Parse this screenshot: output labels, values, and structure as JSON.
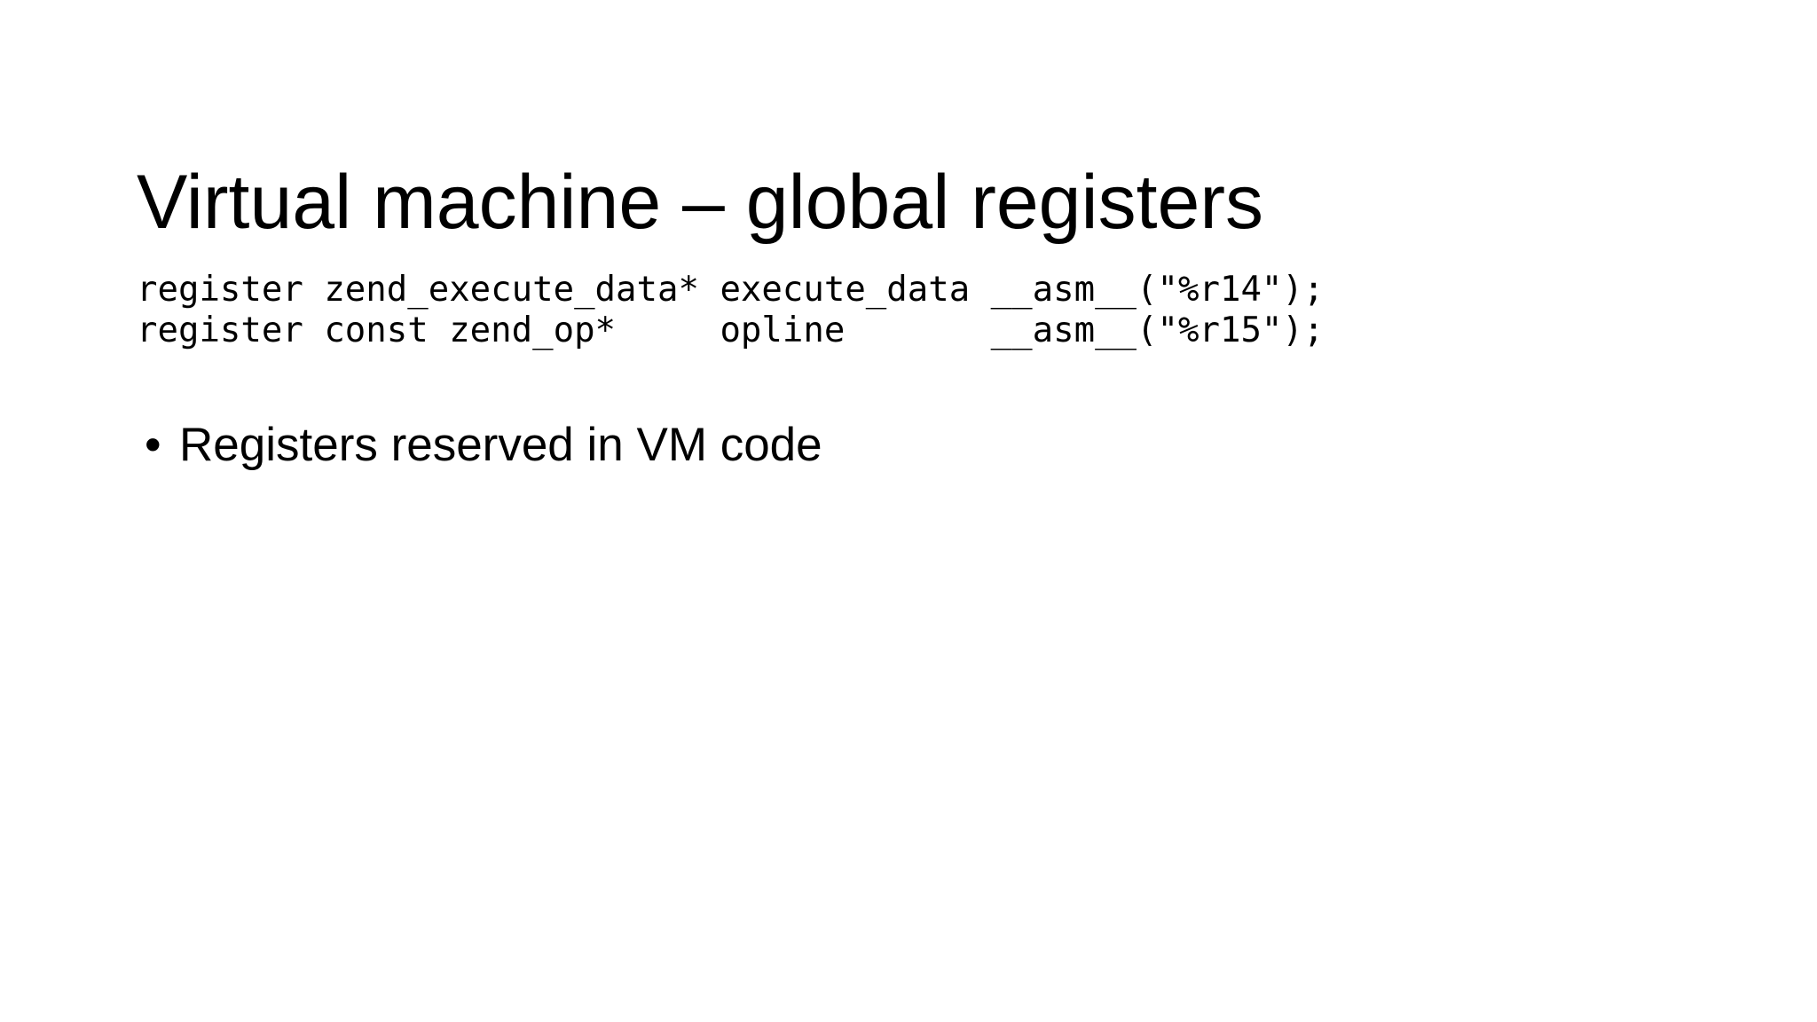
{
  "slide": {
    "title": "Virtual machine – global registers",
    "code": {
      "lines": [
        "register zend_execute_data* execute_data __asm__(\"%r14\");",
        "register const zend_op*     opline       __asm__(\"%r15\");"
      ]
    },
    "bullets": [
      {
        "marker": "•",
        "text": "Registers reserved in VM code"
      }
    ],
    "colors": {
      "background": "#ffffff",
      "text": "#000000"
    }
  }
}
